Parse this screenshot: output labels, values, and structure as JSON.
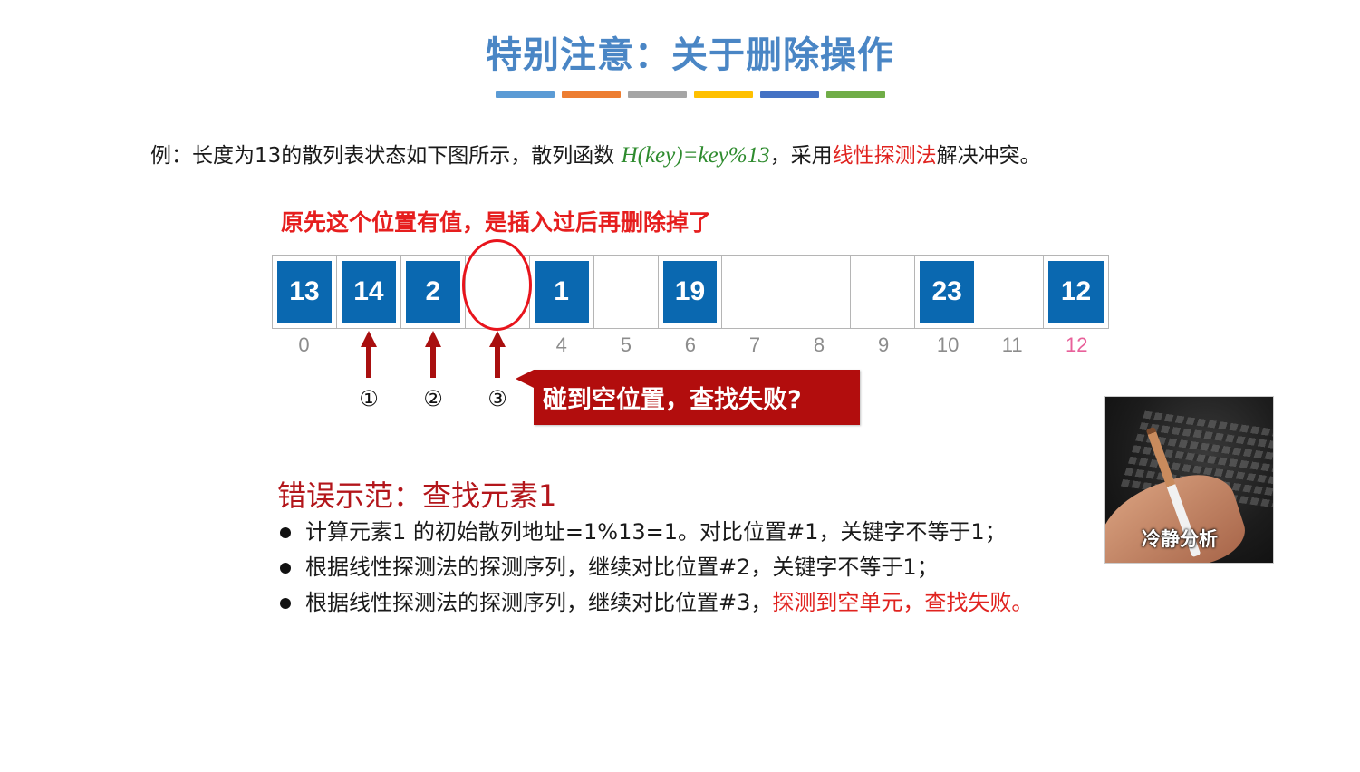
{
  "title": "特别注意：关于删除操作",
  "title_bar_colors": [
    "#5b9bd5",
    "#ed7d31",
    "#a5a5a5",
    "#ffc000",
    "#4472c4",
    "#70ad47"
  ],
  "example": {
    "prefix": "例：长度为13的散列表状态如下图所示，散列函数 ",
    "hash_function": "H(key)=key%13",
    "middle": "，采用",
    "method": "线性探测法",
    "suffix": "解决冲突。"
  },
  "deleted_note": "原先这个位置有值，是插入过后再删除掉了",
  "hash_table": {
    "cells": [
      {
        "index": "0",
        "value": "13"
      },
      {
        "index": "",
        "value": "14"
      },
      {
        "index": "",
        "value": "2"
      },
      {
        "index": "",
        "value": ""
      },
      {
        "index": "4",
        "value": "1"
      },
      {
        "index": "5",
        "value": ""
      },
      {
        "index": "6",
        "value": "19"
      },
      {
        "index": "7",
        "value": ""
      },
      {
        "index": "8",
        "value": ""
      },
      {
        "index": "9",
        "value": ""
      },
      {
        "index": "10",
        "value": "23"
      },
      {
        "index": "11",
        "value": ""
      },
      {
        "index": "12",
        "value": "12"
      }
    ],
    "tile_color": "#0a68b0",
    "highlight_index_color": "#e8609a"
  },
  "probe_markers": [
    "①",
    "②",
    "③"
  ],
  "callout": "碰到空位置，查找失败?",
  "wrong_example": {
    "title": "错误示范：查找元素1",
    "bullets": [
      {
        "text": "计算元素1 的初始散列地址=1%13=1。对比位置#1，关键字不等于1；",
        "red": ""
      },
      {
        "text": "根据线性探测法的探测序列，继续对比位置#2，关键字不等于1；",
        "red": ""
      },
      {
        "text": "根据线性探测法的探测序列，继续对比位置#3，",
        "red": "探测到空单元，查找失败。"
      }
    ]
  },
  "meme": {
    "caption": "冷静分析"
  }
}
